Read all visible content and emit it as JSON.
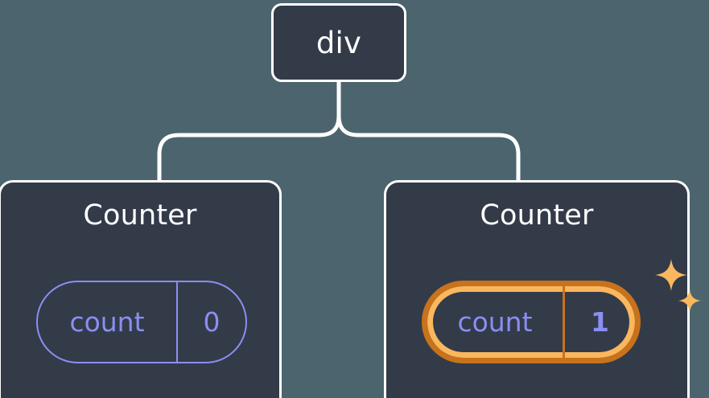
{
  "diagram": {
    "type": "component-tree",
    "background_color": "#4c646d",
    "node_fill_color": "#333b49",
    "node_border_color": "#ffffff",
    "connector_color": "#ffffff",
    "accent_indigo": "#8b8ef2",
    "accent_orange_outer": "#c8721c",
    "accent_orange_inner": "#fab75e",
    "root": {
      "label": "div"
    },
    "children": [
      {
        "title": "Counter",
        "highlighted": false,
        "state": {
          "key": "count",
          "value": "0"
        }
      },
      {
        "title": "Counter",
        "highlighted": true,
        "state": {
          "key": "count",
          "value": "1"
        },
        "sparkle_count": 2
      }
    ]
  }
}
